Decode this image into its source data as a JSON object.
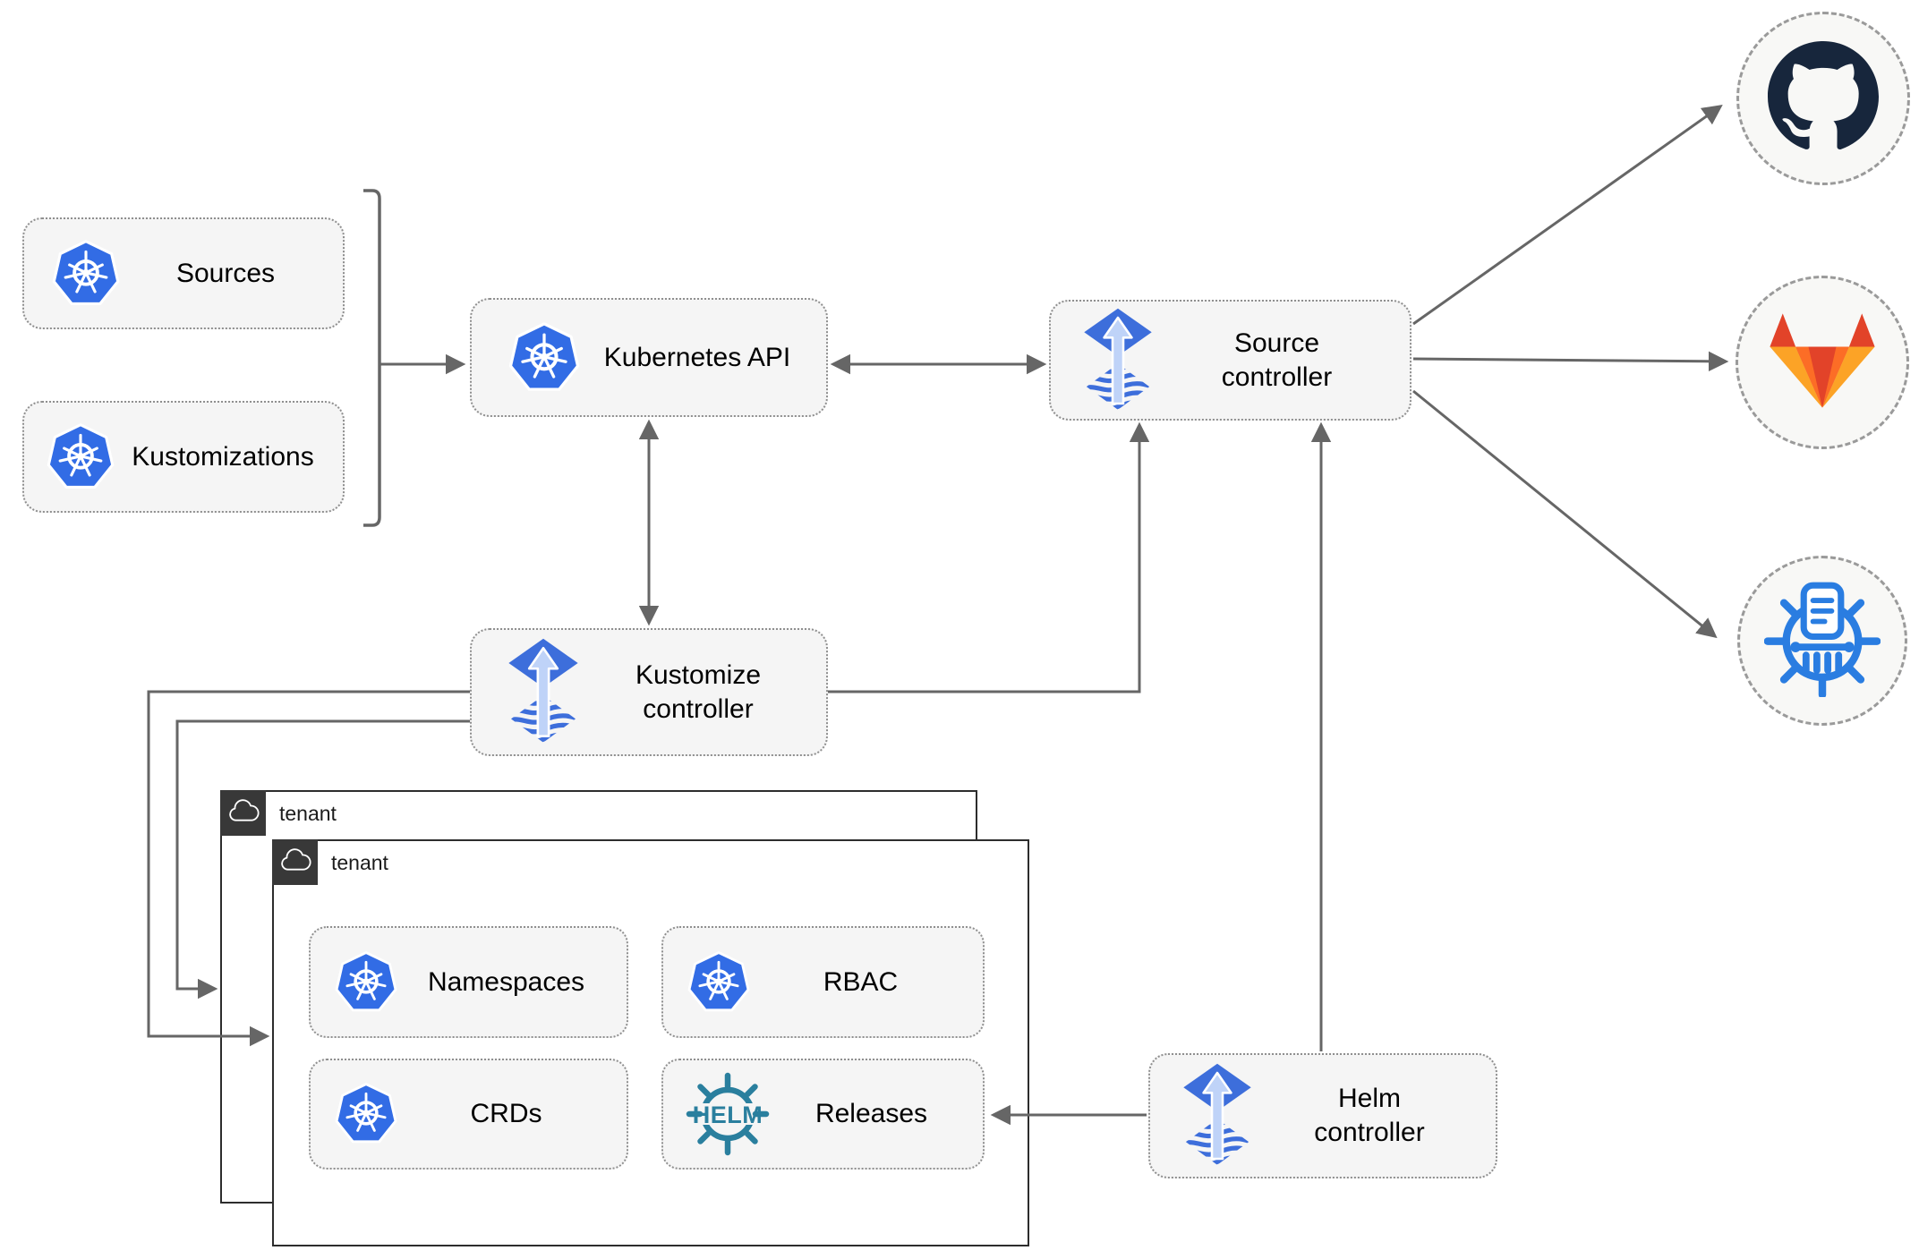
{
  "nodes": {
    "sources": {
      "label": "Sources"
    },
    "kustomizations": {
      "label": "Kustomizations"
    },
    "kubernetes_api": {
      "label": "Kubernetes API"
    },
    "source_controller": {
      "line1": "Source",
      "line2": "controller"
    },
    "kustomize_controller": {
      "line1": "Kustomize",
      "line2": "controller"
    },
    "helm_controller": {
      "line1": "Helm",
      "line2": "controller"
    },
    "namespaces": {
      "label": "Namespaces"
    },
    "rbac": {
      "label": "RBAC"
    },
    "crds": {
      "label": "CRDs"
    },
    "releases": {
      "label": "Releases"
    }
  },
  "tenants": {
    "back": {
      "label": "tenant"
    },
    "front": {
      "label": "tenant"
    }
  },
  "icons": {
    "helm_wheel_text": "HELM",
    "kubernetes": "kubernetes-logo",
    "flux": "flux-logo",
    "github": "github-logo",
    "gitlab": "gitlab-logo",
    "chart_repository": "helm-repository-logo",
    "cloud": "cloud"
  },
  "colors": {
    "kubernetes_blue": "#326ce5",
    "flux_blue": "#3d6edb",
    "flux_arrow_light": "#bfd3f8",
    "helm_teal": "#2a7f9e",
    "repository_blue": "#2a7de1",
    "github_dark": "#17263c",
    "gitlab_red": "#e24329",
    "gitlab_amber": "#fca326",
    "arrow_gray": "#666666",
    "node_fill": "#f5f5f5",
    "tenant_tab": "#383838"
  }
}
